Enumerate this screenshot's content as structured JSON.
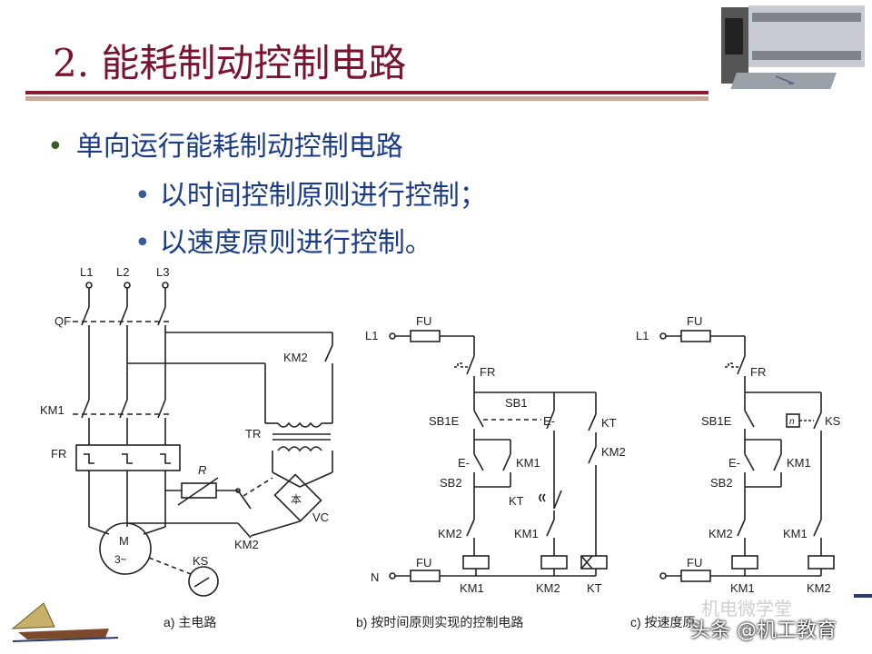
{
  "title": "2. 能耗制动控制电路",
  "bullets": {
    "main": "单向运行能耗制动控制电路",
    "sub1": "以时间控制原则进行控制；",
    "sub2": "以速度原则进行控制。"
  },
  "diagram_a": {
    "caption": "a) 主电路",
    "labels": {
      "l1": "L1",
      "l2": "L2",
      "l3": "L3",
      "qf": "QF",
      "km1": "KM1",
      "fr": "FR",
      "km2_top": "KM2",
      "tr": "TR",
      "r": "R",
      "vc": "VC",
      "km2_bot": "KM2",
      "motor": "M",
      "motor_sub": "3~",
      "ks": "KS"
    }
  },
  "diagram_b": {
    "caption": "b) 按时间原则实现的控制电路",
    "labels": {
      "l1": "L1",
      "fu_top": "FU",
      "fr": "FR",
      "sb1": "SB1",
      "sb1e": "SB1E",
      "kt_right": "KT",
      "km2_right": "KM2",
      "km1_hold": "KM1",
      "sb2": "SB2",
      "kt_mid": "KT",
      "km2_left": "KM2",
      "km1_mid": "KM1",
      "fu_bot": "FU",
      "n": "N",
      "coil_km1": "KM1",
      "coil_km2": "KM2",
      "coil_kt": "KT"
    }
  },
  "diagram_c": {
    "caption": "c) 按速度原",
    "labels": {
      "l1": "L1",
      "fu_top": "FU",
      "fr": "FR",
      "sb1e": "SB1E",
      "ks": "KS",
      "ks_symbol": "n",
      "km1_hold": "KM1",
      "sb2": "SB2",
      "km2_left": "KM2",
      "km1_right": "KM1",
      "fu_bot": "FU",
      "coil_km1": "KM1",
      "coil_km2": "KM2"
    }
  },
  "watermark": {
    "main": "头条 @机工教育",
    "faded": "机电微学堂"
  },
  "colors": {
    "title": "#7a1230",
    "bullet": "#1a3b8a",
    "rule": "#8a1c34"
  }
}
